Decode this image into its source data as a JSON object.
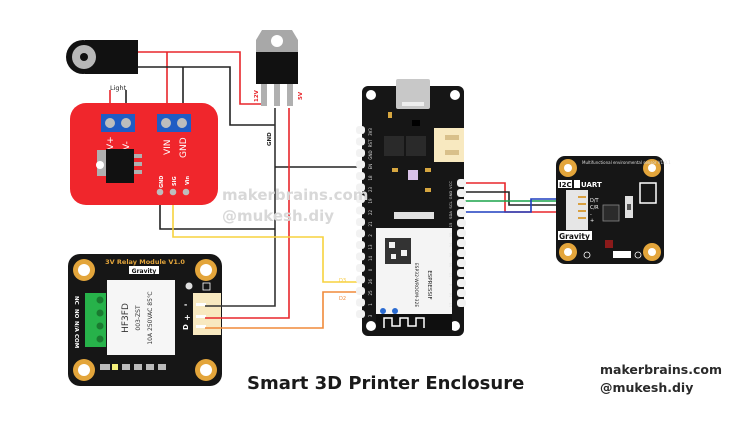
{
  "title": "Smart 3D Printer Enclosure",
  "credits": {
    "site": "makerbrains.com",
    "handle": "@mukesh.diy"
  },
  "watermark": {
    "site": "makerbrains.com",
    "handle": "@mukesh.diy"
  },
  "components": {
    "barrel_jack": {
      "label": "Light"
    },
    "mosfet_module": {
      "terminals": [
        "V+",
        "V-",
        "VIN",
        "GND"
      ],
      "pins": [
        "GND",
        "SIG",
        "Vin"
      ]
    },
    "regulator": {
      "pins": [
        "12V",
        "GND",
        "5V"
      ]
    },
    "esp32": {
      "module_text": "ESP32-WROOM-32E",
      "brand": "ESPRESSIF",
      "left_pins": [
        "3V3",
        "RST",
        "GND",
        "EN",
        "18",
        "23",
        "19",
        "22",
        "21",
        "2",
        "13",
        "14",
        "0",
        "26",
        "25",
        "1",
        "3"
      ],
      "right_pins": [
        "VCC",
        "GND",
        "SCL",
        "SDA",
        "15",
        "35",
        "34",
        "36",
        "39",
        "12",
        "4",
        "16",
        "17"
      ],
      "top_labels": [
        "RST",
        "27"
      ]
    },
    "env_sensor": {
      "title": "Multifunctional environmental sensor V1.0.1",
      "badge_left": "I2C",
      "badge_right": "UART",
      "brand": "Gravity",
      "pins": [
        "D/T",
        "C/R",
        "-",
        "+"
      ],
      "switch_labels": [
        "I2C",
        "UART"
      ]
    },
    "relay": {
      "title": "3V Relay Module V1.0",
      "brand": "Gravity",
      "relay_text": [
        "HF3FD",
        "003-ZST",
        "10A 250VAC 85℃"
      ],
      "terminals": [
        "NC",
        "NO",
        "N/A",
        "COM"
      ],
      "pins": [
        "-",
        "+",
        "D"
      ]
    }
  },
  "wire_labels": {
    "d3": "D3",
    "d2": "D2",
    "gnd": "GND",
    "v12": "12V",
    "v5": "5V"
  },
  "colors": {
    "red_wire": "#e8262b",
    "black_wire": "#222222",
    "yellow_wire": "#f7d23e",
    "orange_wire": "#f08a3a",
    "green_wire": "#1aa34a",
    "blue_wire": "#1f3fbf",
    "mosfet_board": "#f0262c",
    "terminal_blue": "#1f5cc4",
    "pcb_black": "#161616",
    "gravity_gold": "#e3a53b"
  }
}
